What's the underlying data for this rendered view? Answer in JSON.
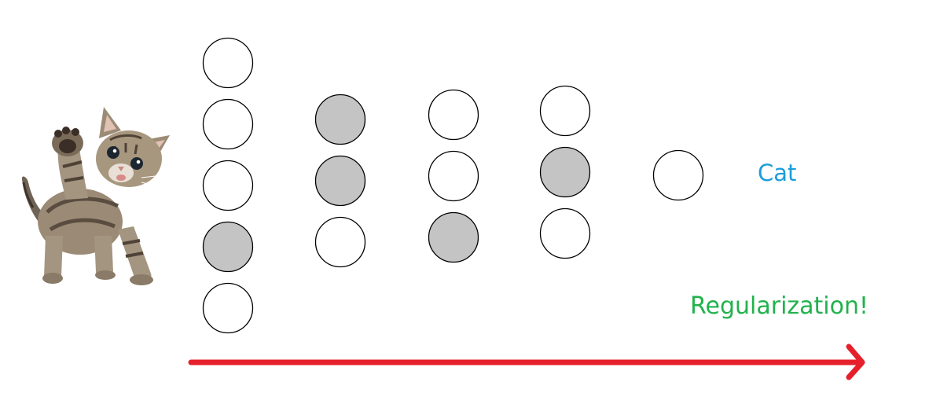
{
  "output_label": "Cat",
  "annotation": "Regularization!",
  "colors": {
    "neuron_active": "#ffffff",
    "neuron_dropped": "#c4c4c4",
    "output_label": "#1a9ddb",
    "annotation": "#22b24c",
    "arrow": "#e5202a"
  },
  "network": {
    "layers": [
      {
        "nodes": [
          "active",
          "active",
          "active",
          "dropped",
          "active"
        ]
      },
      {
        "nodes": [
          "dropped",
          "dropped",
          "active"
        ]
      },
      {
        "nodes": [
          "active",
          "active",
          "dropped"
        ]
      },
      {
        "nodes": [
          "active",
          "dropped",
          "active"
        ]
      },
      {
        "nodes": [
          "active"
        ]
      }
    ]
  },
  "input_image": {
    "subject": "kitten",
    "icon": "kitten-photo"
  },
  "arrow_icon": "right-arrow"
}
